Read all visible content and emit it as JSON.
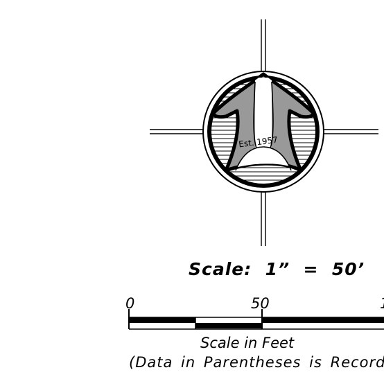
{
  "north_arrow": {
    "logo_text": "Est. 1957"
  },
  "scale": {
    "title": "Scale:  1”  =  50’",
    "tick_labels": [
      "0",
      "50",
      "1"
    ],
    "units_label": "Scale in Feet",
    "note": "(Data in Parentheses is Record"
  },
  "colors": {
    "ink": "#000000",
    "logo_fill": "#999999",
    "paper": "#ffffff"
  }
}
